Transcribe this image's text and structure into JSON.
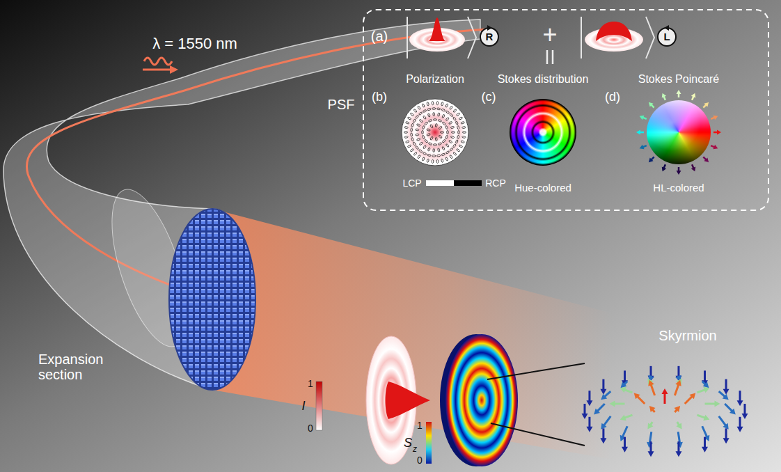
{
  "diagram": {
    "labels": [
      "λ = 1550 nm",
      "PSF",
      "Expansion section",
      "(a)",
      "R",
      "+",
      "L",
      "(b)",
      "(c)",
      "(d)",
      "Polarization",
      "Stokes distribution",
      "Stokes Poincaré",
      "LCP",
      "RCP",
      "Hue-colored",
      "HL-colored",
      "Skyrmion",
      "I",
      "1",
      "0",
      "S",
      "z",
      "1",
      "0"
    ]
  }
}
